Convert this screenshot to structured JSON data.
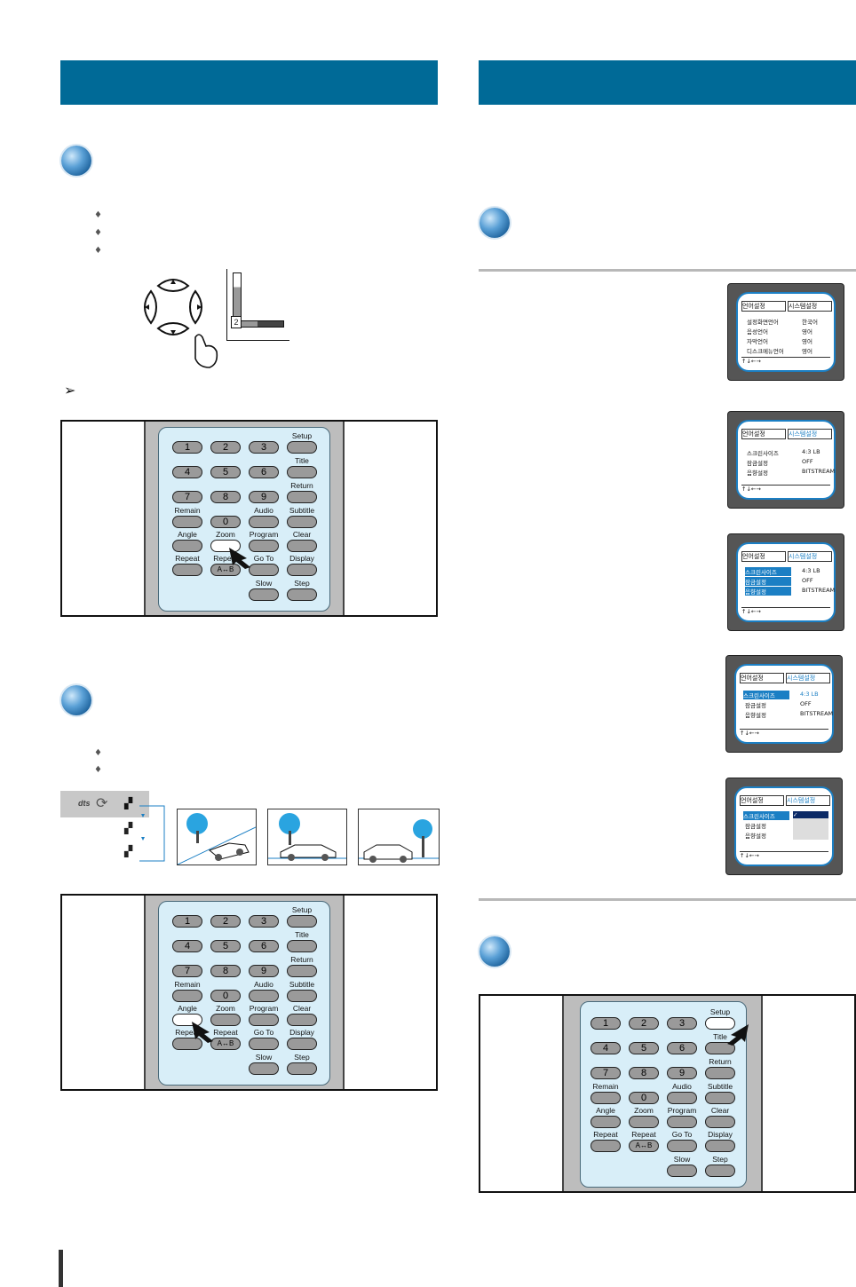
{
  "remote_keys": {
    "n1": "1",
    "n2": "2",
    "n3": "3",
    "n4": "4",
    "n5": "5",
    "n6": "6",
    "n7": "7",
    "n8": "8",
    "n9": "9",
    "n0": "0",
    "ab": "A↔B",
    "setup": "Setup",
    "title": "Title",
    "return": "Return",
    "remain": "Remain",
    "audio": "Audio",
    "subtitle": "Subtitle",
    "angle": "Angle",
    "zoom": "Zoom",
    "program": "Program",
    "clear": "Clear",
    "repeat": "Repeat",
    "repeat_ab": "Repeat",
    "goto": "Go To",
    "display": "Display",
    "slow": "Slow",
    "step": "Step"
  },
  "zoom_bar_label": "2",
  "angle_icon_text": "dts",
  "screens": {
    "tab_language": "언어설정",
    "tab_system": "시스템설정",
    "nav_hint": "↑↓←→",
    "lang_rows": [
      {
        "label": "설정화면언어",
        "value": "한국어"
      },
      {
        "label": "음성언어",
        "value": "영어"
      },
      {
        "label": "자막언어",
        "value": "영어"
      },
      {
        "label": "디스크메뉴언어",
        "value": "영어"
      }
    ],
    "sys_rows": [
      {
        "label": "스크린사이즈",
        "value": "4:3 LB"
      },
      {
        "label": "잠금설정",
        "value": "OFF"
      },
      {
        "label": "음향설정",
        "value": "BITSTREAM"
      }
    ],
    "check_mark": "✓"
  },
  "colors": {
    "header": "#006a97",
    "remote_panel": "#d8eef8",
    "screen_border": "#1b7fc4"
  }
}
